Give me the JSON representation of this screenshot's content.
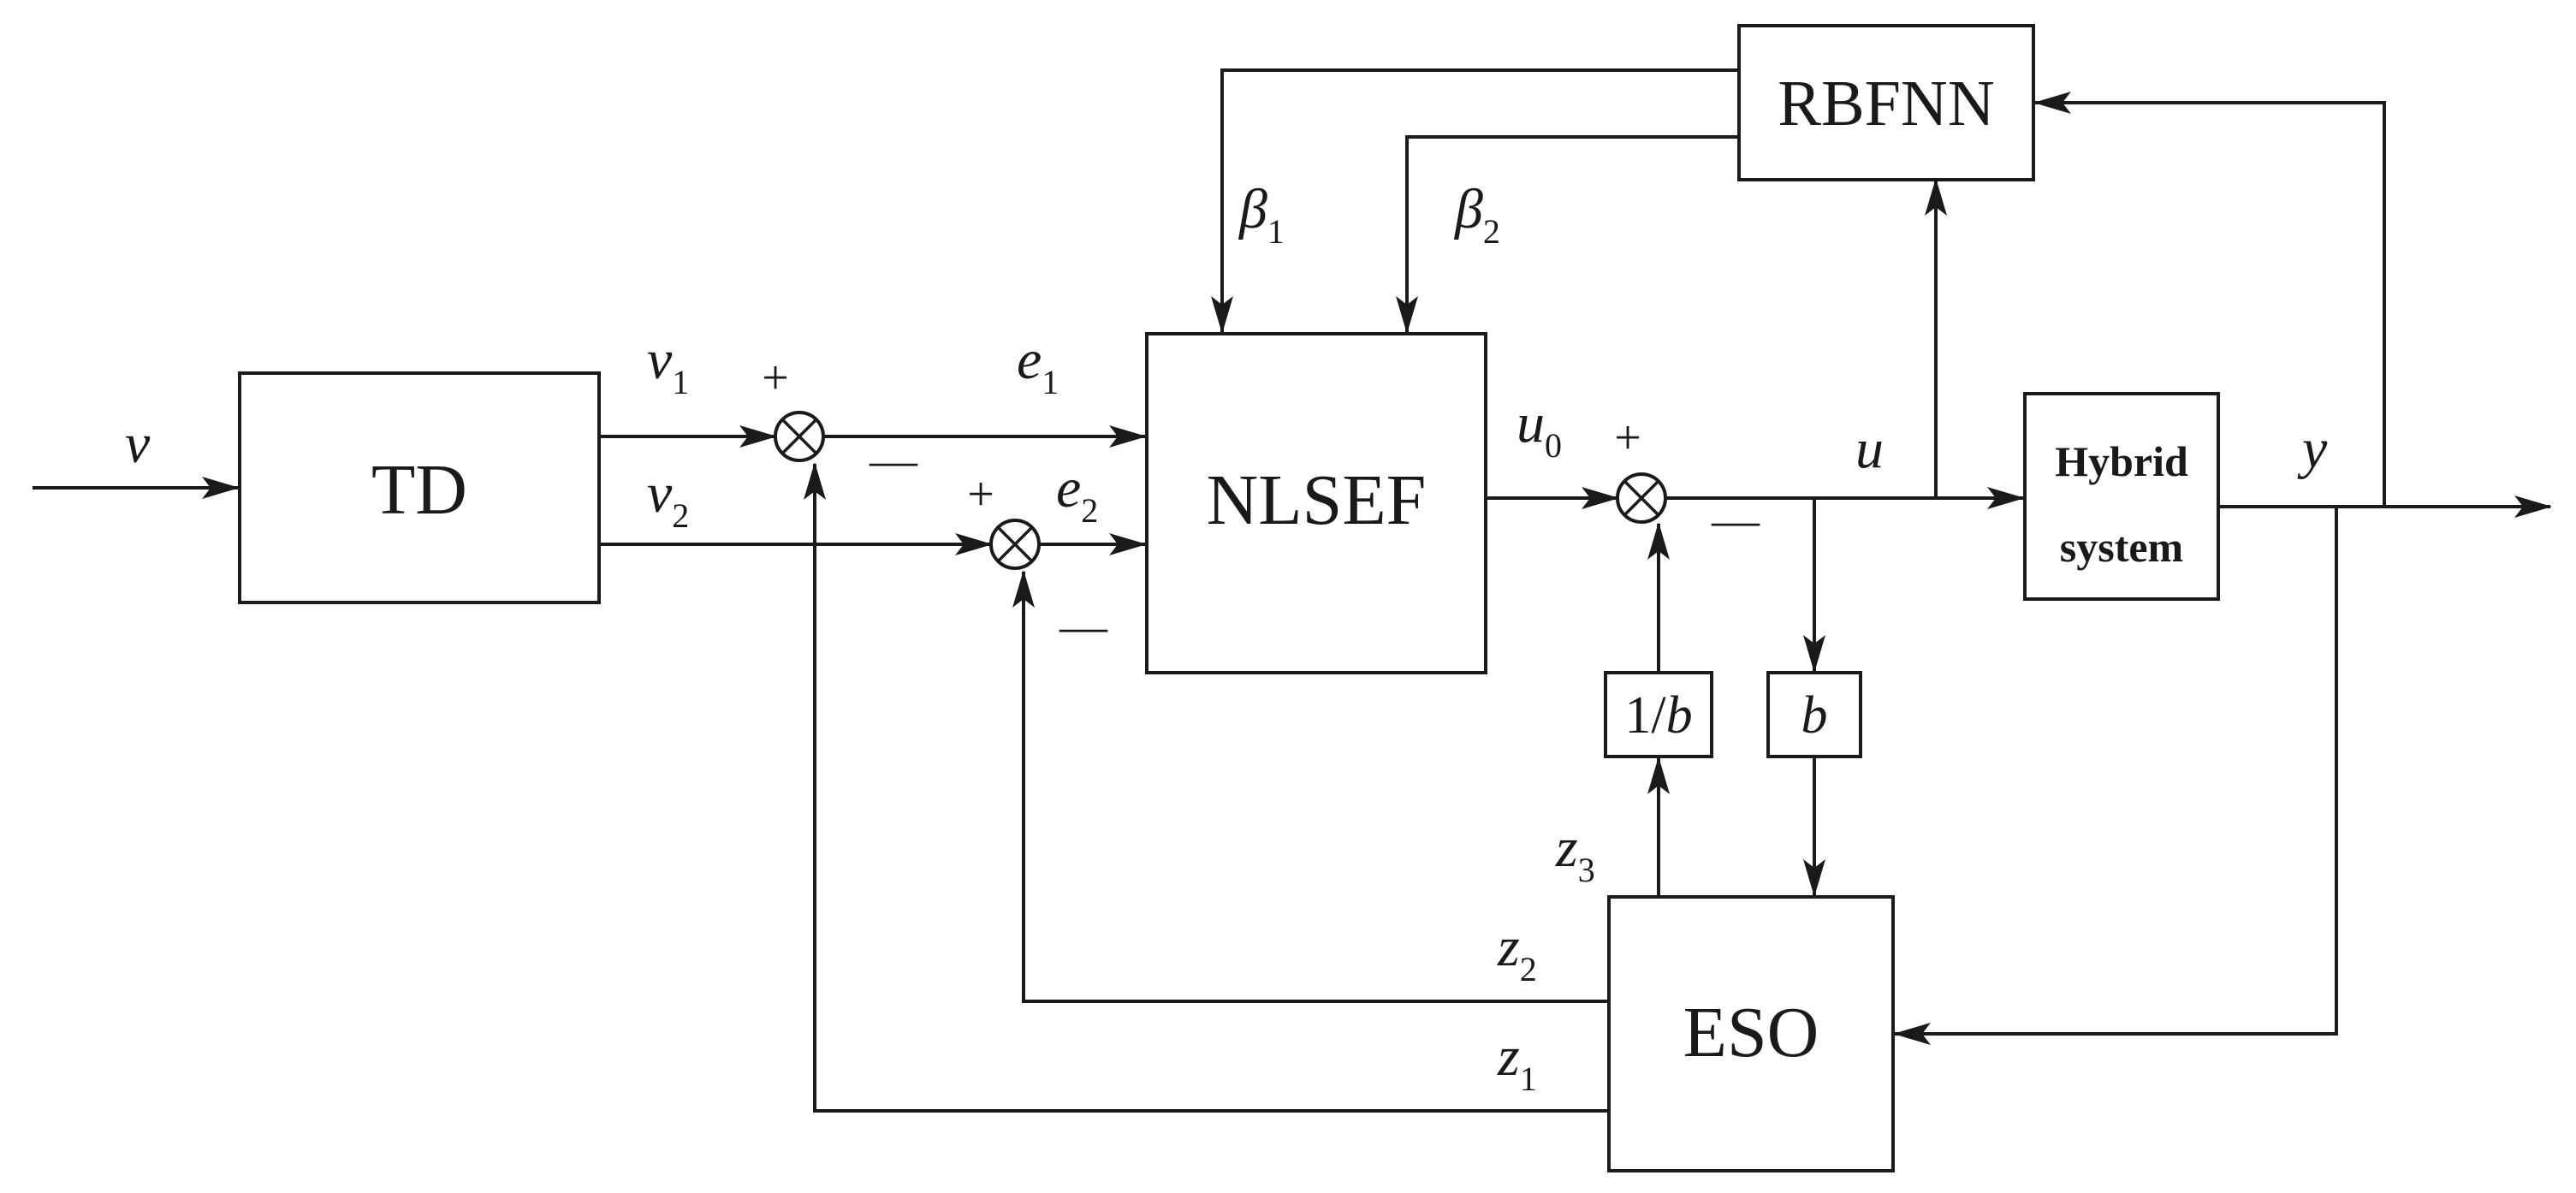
{
  "blocks": {
    "td": "TD",
    "nlsef": "NLSEF",
    "rbfnn": "RBFNN",
    "eso": "ESO",
    "hybrid_line1": "Hybrid",
    "hybrid_line2": "system",
    "gain_inv_b_pre": "1/",
    "gain_inv_b_var": "b",
    "gain_b": "b"
  },
  "signals": {
    "v": "v",
    "v1": {
      "base": "v",
      "sub": "1"
    },
    "v2": {
      "base": "v",
      "sub": "2"
    },
    "e1": {
      "base": "e",
      "sub": "1"
    },
    "e2": {
      "base": "e",
      "sub": "2"
    },
    "u0": {
      "base": "u",
      "sub": "0"
    },
    "u": "u",
    "y": "y",
    "beta1": {
      "base": "β",
      "sub": "1"
    },
    "beta2": {
      "base": "β",
      "sub": "2"
    },
    "z1": {
      "base": "z",
      "sub": "1"
    },
    "z2": {
      "base": "z",
      "sub": "2"
    },
    "z3": {
      "base": "z",
      "sub": "3"
    }
  },
  "signs": {
    "plus": "+",
    "minus": "—"
  }
}
